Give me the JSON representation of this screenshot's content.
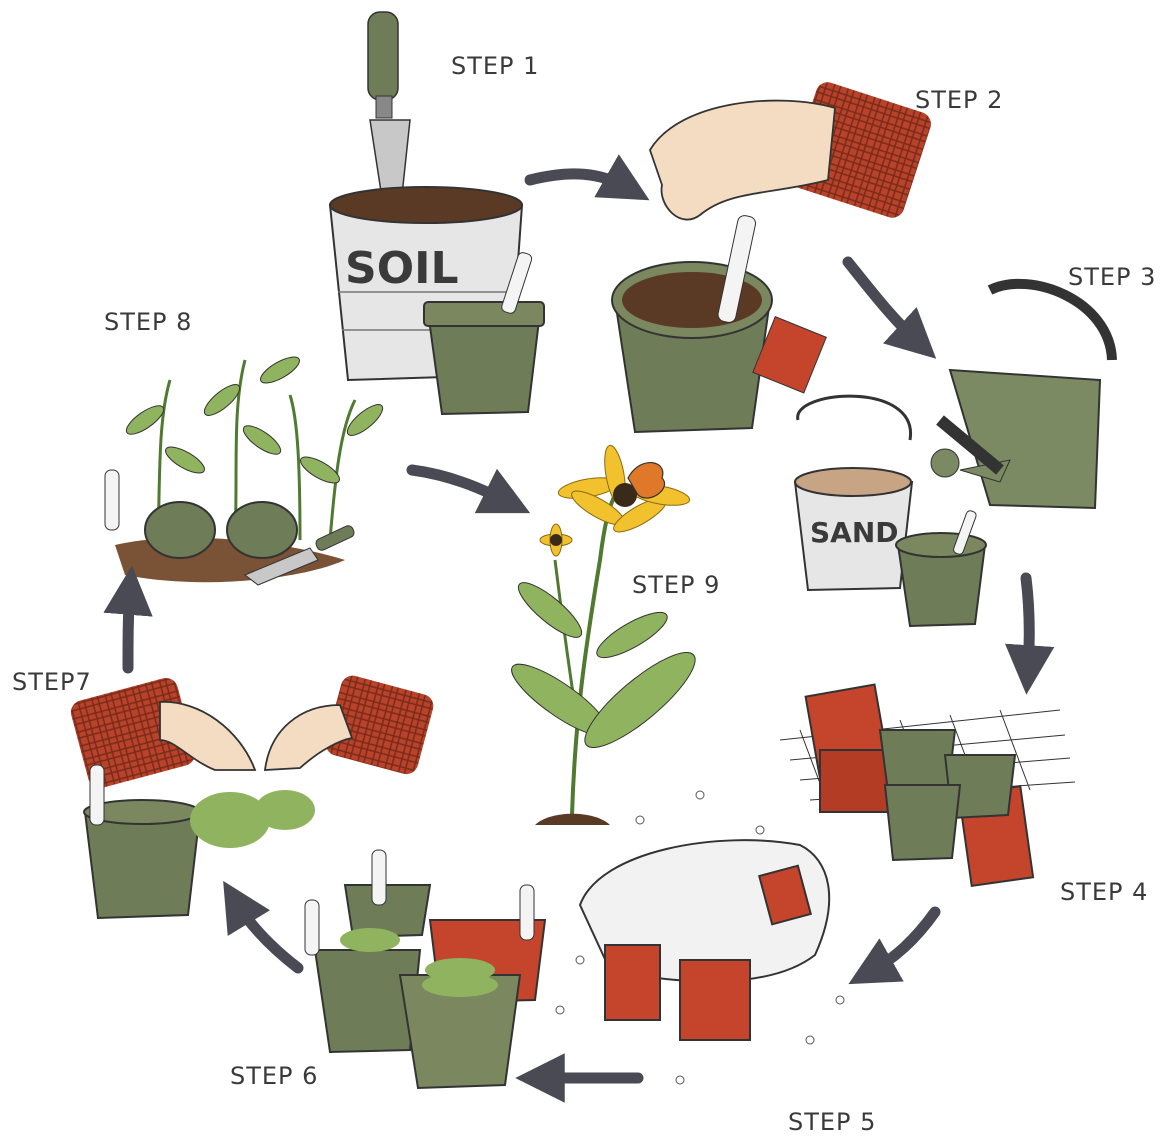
{
  "steps": [
    {
      "label": "STEP 1"
    },
    {
      "label": "STEP 2"
    },
    {
      "label": "STEP 3"
    },
    {
      "label": "STEP 4"
    },
    {
      "label": "STEP 5"
    },
    {
      "label": "STEP 6"
    },
    {
      "label": "STEP7"
    },
    {
      "label": "STEP 8"
    },
    {
      "label": "STEP 9"
    }
  ],
  "pail_labels": {
    "soil": "SOIL",
    "sand": "SAND"
  },
  "colors": {
    "pot_green": "#6f7c58",
    "pot_dark": "#4f5a3c",
    "soil_brown": "#5a3a24",
    "sleeve_red": "#b8432a",
    "brick_red": "#c4452c",
    "leaf_green": "#8fb35e",
    "petal_yellow": "#f2c12e",
    "butterfly_orange": "#e0782a",
    "arrow_gray": "#4a4a55"
  },
  "icons": [
    "trowel-icon",
    "hand-icon",
    "watering-can-icon",
    "brick-icon",
    "snow-icon",
    "seedling-icon",
    "flower-icon",
    "butterfly-icon",
    "arrow-icon"
  ]
}
